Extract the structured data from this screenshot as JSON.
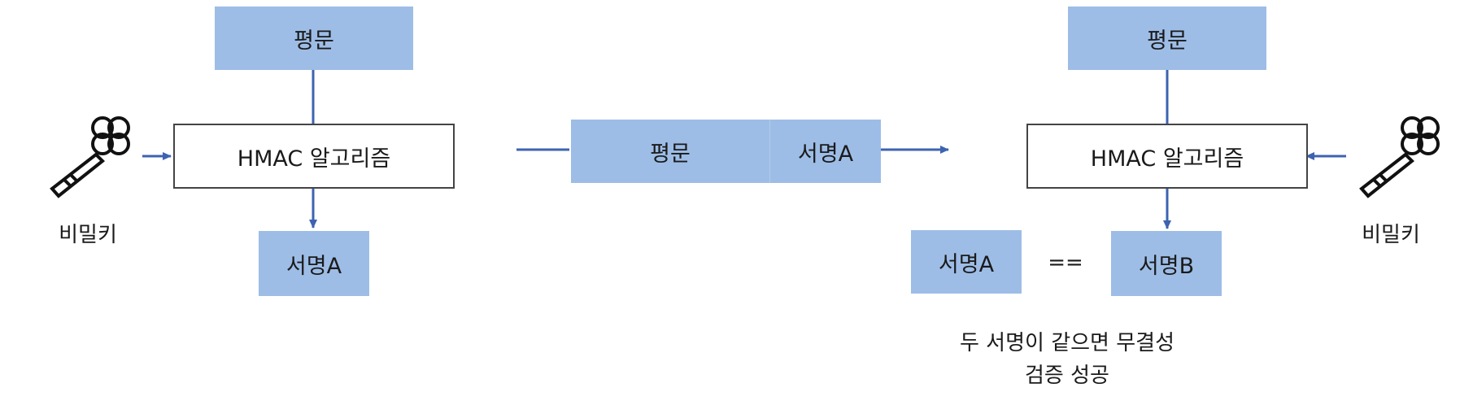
{
  "sender": {
    "plaintext": "평문",
    "algorithm": "HMAC 알고리즘",
    "signature": "서명A",
    "key_label": "비밀키"
  },
  "message": {
    "plaintext": "평문",
    "signature": "서명A"
  },
  "receiver": {
    "plaintext": "평문",
    "algorithm": "HMAC 알고리즘",
    "received_signature": "서명A",
    "operator": "==",
    "computed_signature": "서명B",
    "key_label": "비밀키",
    "caption_line1": "두 서명이 같으면 무결성",
    "caption_line2": "검증 성공"
  },
  "colors": {
    "box_fill": "#9dbde6",
    "arrow": "#3d63b0",
    "border": "#444444"
  },
  "icons": [
    "key-icon"
  ]
}
